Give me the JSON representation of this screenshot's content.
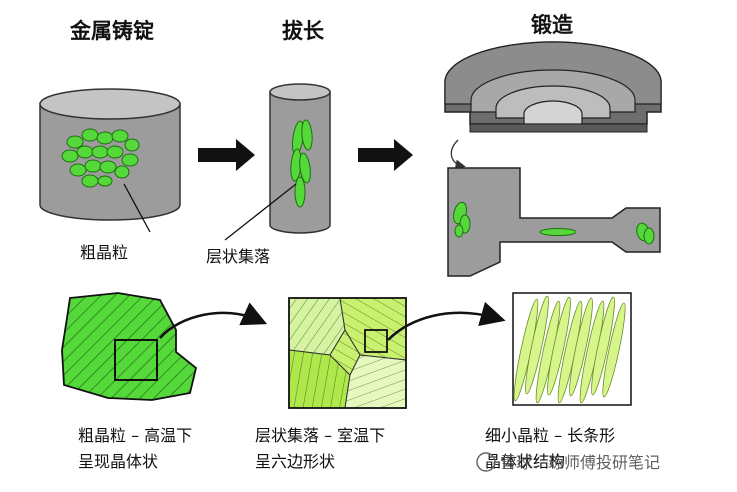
{
  "titles": {
    "ingot": "金属铸锭",
    "stretch": "拔长",
    "forging": "锻造"
  },
  "labels": {
    "coarse_grain": "粗晶粒",
    "layered_cluster": "层状集落"
  },
  "captions": {
    "coarse": [
      "粗晶粒 – 高温下",
      "呈现晶体状"
    ],
    "layered": [
      "层状集落 –  室温下",
      "呈六边形状"
    ],
    "fine": [
      "细小晶粒 –  长条形",
      "晶体状结构"
    ]
  },
  "watermark": "雪球：琼师傅投研笔记",
  "colors": {
    "gray": "#9c9c9c",
    "dark_gray": "#6e6e6e",
    "green": "#55d83a",
    "light_green": "#c9f06f",
    "pale_green": "#e2f7b0",
    "outline": "#1a1a1a"
  }
}
